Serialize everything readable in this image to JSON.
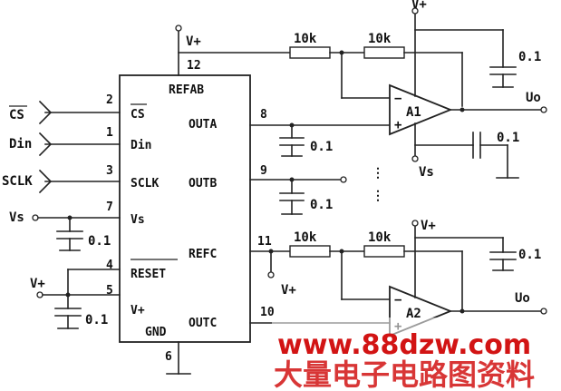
{
  "ic": {
    "name": "REFAB",
    "left_pins": [
      {
        "num": "2",
        "label": "CS"
      },
      {
        "num": "1",
        "label": "Din"
      },
      {
        "num": "3",
        "label": "SCLK"
      },
      {
        "num": "7",
        "label": "Vs"
      },
      {
        "num": "4",
        "label": "RESET"
      },
      {
        "num": "5",
        "label": "V+"
      }
    ],
    "right_pins": [
      {
        "num": "8",
        "label": "OUTA"
      },
      {
        "num": "9",
        "label": "OUTB"
      },
      {
        "num": "11",
        "label": "REFC"
      },
      {
        "num": "10",
        "label": "OUTC"
      }
    ],
    "top_pin": {
      "num": "12",
      "label": "V+"
    },
    "bottom_pin": {
      "num": "6",
      "label": "GND"
    }
  },
  "inputs": {
    "cs": "CS",
    "din": "Din",
    "sclk": "SCLK",
    "vs": "Vs",
    "vplus": "V+"
  },
  "components": {
    "r1": "10k",
    "r2": "10k",
    "r3": "10k",
    "r4": "10k",
    "c_value": "0.1",
    "opamp1": "A1",
    "opamp2": "A2",
    "minus": "−",
    "plus": "+"
  },
  "labels": {
    "vplus": "V+",
    "vs": "Vs",
    "uo": "Uo",
    "dots": "⋮"
  },
  "watermark": {
    "url": "www.88dzw.com",
    "text": "大量电子电路图资料"
  }
}
